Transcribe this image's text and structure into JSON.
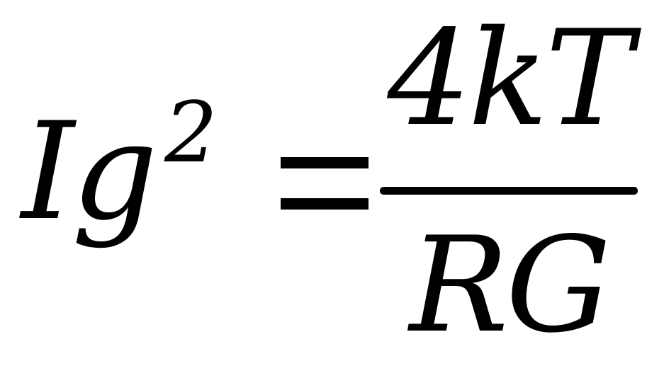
{
  "equation": {
    "lhs_base": "Ig",
    "lhs_exponent": "2",
    "relation": "=",
    "numerator": "4kT",
    "denominator": "RG"
  }
}
